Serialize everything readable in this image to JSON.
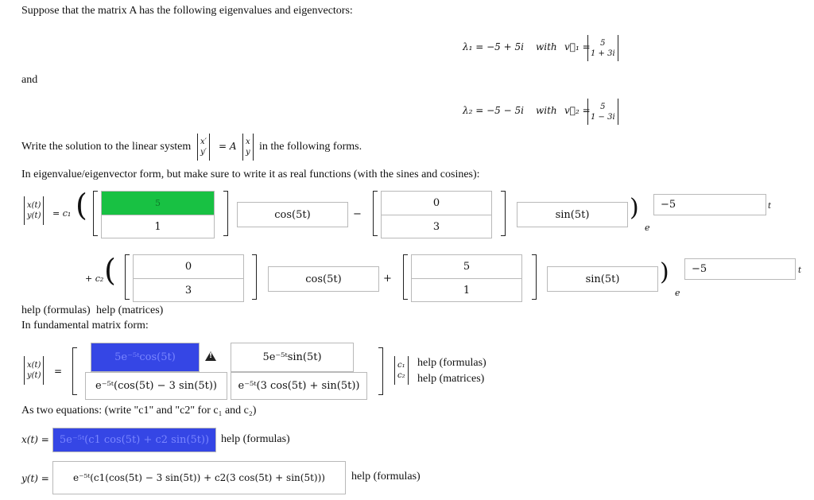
{
  "intro": "Suppose that the matrix A has the following eigenvalues and eigenvectors:",
  "eig1": {
    "lambda": "λ₁ = −5 + 5i",
    "with": "with",
    "v_label": "v⃗₁ =",
    "v_top": "5",
    "v_bottom": "1 + 3i"
  },
  "and": "and",
  "eig2": {
    "lambda": "λ₂ = −5 − 5i",
    "with": "with",
    "v_label": "v⃗₂ =",
    "v_top": "5",
    "v_bottom": "1 − 3i"
  },
  "system_prefix": "Write the solution to the linear system",
  "system_suffix": "in the following forms.",
  "system_eq_A": "= A",
  "sys_left_top": "x′",
  "sys_left_bottom": "y′",
  "sys_right_top": "x",
  "sys_right_bottom": "y",
  "eig_form_label": "In eigenvalue/eigenvector form, but make sure to write it as real functions (with the sines and cosines):",
  "xy_top": "x(t)",
  "xy_bottom": "y(t)",
  "row1": {
    "prefix": "= c₁",
    "v1_top": "5",
    "v1_bottom": "1",
    "cos": "cos(5t)",
    "minus": "−",
    "v2_top": "0",
    "v2_bottom": "3",
    "sin": "sin(5t)",
    "e": "e",
    "exp": "−5",
    "t": "t"
  },
  "row2": {
    "prefix": "+ c₂",
    "v1_top": "0",
    "v1_bottom": "3",
    "cos": "cos(5t)",
    "plus": "+",
    "v2_top": "5",
    "v2_bottom": "1",
    "sin": "sin(5t)",
    "e": "e",
    "exp": "−5",
    "t": "t"
  },
  "help_formulas": "help (formulas)",
  "help_matrices": "help (matrices)",
  "fundamental_label": "In fundamental matrix form:",
  "fund": {
    "eq": "=",
    "m11": "5e⁻⁵ᵗcos(5t)",
    "m12": "5e⁻⁵ᵗsin(5t)",
    "m21": "e⁻⁵ᵗ(cos(5t) − 3 sin(5t))",
    "m22": "e⁻⁵ᵗ(3 cos(5t) + sin(5t))",
    "c_top": "c₁",
    "c_bottom": "c₂",
    "warn": "!"
  },
  "two_eq_label": "As two equations: (write \"c1\" and \"c2\" for c₁ and c₂)",
  "xeq": {
    "label": "x(t) =",
    "value": "5e⁻⁵ᵗ(c1 cos(5t) + c2 sin(5t))"
  },
  "yeq": {
    "label": "y(t) =",
    "value": "e⁻⁵ᵗ(c1(cos(5t) − 3 sin(5t)) + c2(3 cos(5t) + sin(5t)))"
  }
}
